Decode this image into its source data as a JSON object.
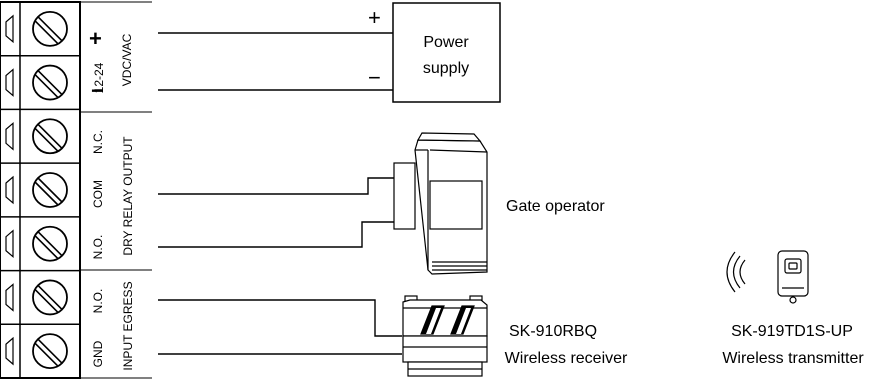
{
  "terminal_block": {
    "count": 7,
    "groups": {
      "power": {
        "label": "VDC/VAC",
        "voltage": "12-24",
        "plus": "+",
        "minus": "−"
      },
      "relay": {
        "label": "DRY RELAY OUTPUT",
        "pins": [
          "N.C.",
          "COM",
          "N.O."
        ]
      },
      "egress": {
        "label": "INPUT EGRESS",
        "pins": [
          "N.O.",
          "GND"
        ]
      }
    }
  },
  "power_supply": {
    "label_line1": "Power",
    "label_line2": "supply",
    "plus": "+",
    "minus": "−"
  },
  "gate_operator": {
    "label": "Gate operator"
  },
  "receiver": {
    "model": "SK-910RBQ",
    "description": "Wireless receiver"
  },
  "transmitter": {
    "model": "SK-919TD1S-UP",
    "description": "Wireless transmitter"
  }
}
